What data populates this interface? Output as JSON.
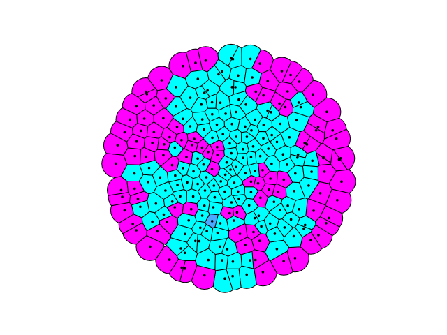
{
  "colors": {
    "background": "#ffffff",
    "cell_magenta": "#ff00ff",
    "cell_cyan": "#00ffff",
    "cell_highlight": "#4aa8ff",
    "cell_outline": "#000000",
    "seed_dot": "#000000"
  },
  "diagram": {
    "kind": "voronoi-cell-cluster",
    "cell_states": [
      "magenta",
      "cyan",
      "highlight"
    ],
    "highlighted_cell_count": 1
  }
}
